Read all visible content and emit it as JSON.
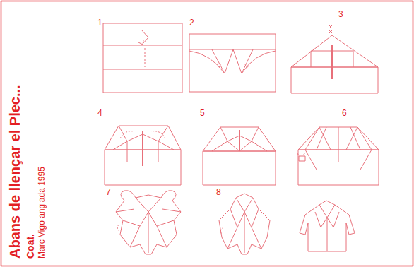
{
  "diagram": {
    "title": "Abans de llençar el Plec...",
    "labels": [
      "Coat.",
      "Marc Vigo anglada 1995",
      "1",
      "2",
      "3",
      "4",
      "5",
      "6",
      "7",
      "8"
    ]
  }
}
